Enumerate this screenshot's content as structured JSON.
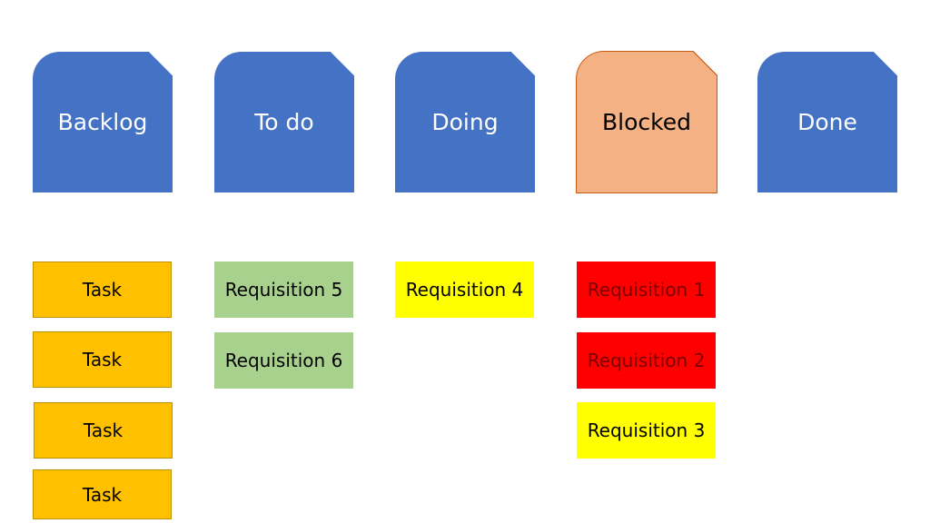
{
  "columns": [
    {
      "title": "Backlog",
      "color": "#4472c4"
    },
    {
      "title": "To do",
      "color": "#4472c4"
    },
    {
      "title": "Doing",
      "color": "#4472c4"
    },
    {
      "title": "Blocked",
      "color": "#f4b183"
    },
    {
      "title": "Done",
      "color": "#4472c4"
    }
  ],
  "cards": {
    "backlog": [
      "Task",
      "Task",
      "Task",
      "Task"
    ],
    "todo": [
      "Requisition 5",
      "Requisition 6"
    ],
    "doing": [
      "Requisition 4"
    ],
    "blocked": [
      "Requisition 1",
      "Requisition 2",
      "Requisition 3"
    ],
    "done": []
  },
  "colors": {
    "task": "#ffc000",
    "green": "#a9d18e",
    "yellow": "#ffff00",
    "red": "#ff0000"
  }
}
